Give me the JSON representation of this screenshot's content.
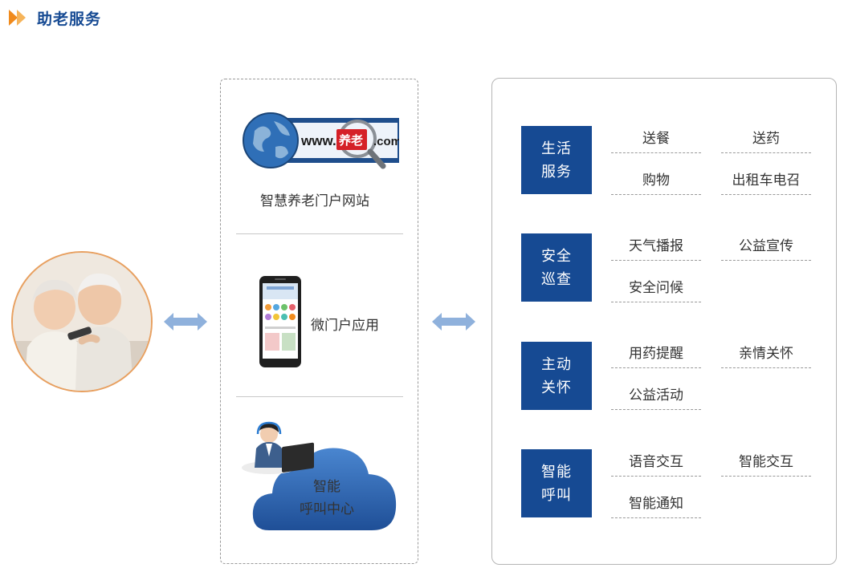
{
  "header": {
    "title": "助老服务"
  },
  "channels": [
    {
      "label": "智慧养老门户网站",
      "icon": "globe-magnifier-icon",
      "logo_www": "www.",
      "logo_word": "养老",
      "logo_com": ".com"
    },
    {
      "label": "微门户应用",
      "icon": "smartphone-icon"
    },
    {
      "label_line1": "智能",
      "label_line2": "呼叫中心",
      "icon": "call-center-cloud-icon"
    }
  ],
  "services": [
    {
      "line1": "生活",
      "line2": "服务",
      "items": [
        "送餐",
        "送药",
        "购物",
        "出租车电召"
      ]
    },
    {
      "line1": "安全",
      "line2": "巡查",
      "items": [
        "天气播报",
        "公益宣传",
        "安全问候"
      ]
    },
    {
      "line1": "主动",
      "line2": "关怀",
      "items": [
        "用药提醒",
        "亲情关怀",
        "公益活动"
      ]
    },
    {
      "line1": "智能",
      "line2": "呼叫",
      "items": [
        "语音交互",
        "智能交互",
        "智能通知"
      ]
    }
  ],
  "colors": {
    "brand": "#164a93",
    "accent": "#f08a1c",
    "arrow": "#8fb1dc",
    "cloud": "#2a5ca6"
  }
}
